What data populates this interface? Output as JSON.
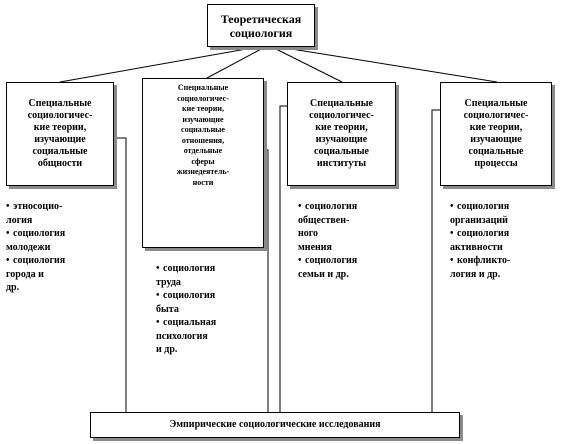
{
  "top_box": {
    "label": "Теоретическая\nсоциология"
  },
  "categories": [
    {
      "label": "Специальные\nсоциологичес-\nкие теории,\nизучающие\nсоциальные\nобщности"
    },
    {
      "label": "Специальные\nсоциологичес-\nкие теории,\nизучающие\nсоциальные\nотношения,\nотдельные\nсферы\nжизнедеятель-\nности"
    },
    {
      "label": "Специальные\nсоциологичес-\nкие теории,\nизучающие\nсоциальные\nинституты"
    },
    {
      "label": "Специальные\nсоциологичес-\nкие теории,\nизучающие\nсоциальные\nпроцессы"
    }
  ],
  "lists": [
    {
      "items": [
        "этносоцио-\nлогия",
        "социология\nмолодежи",
        "социология\nгорода и\n др."
      ]
    },
    {
      "items": [
        "социология\nтруда",
        "социология\nбыта",
        "социальная\nпсихология\n и др."
      ]
    },
    {
      "items": [
        "социология\nобществен-\nного\nмнения",
        "социология\nсемьи и др."
      ]
    },
    {
      "items": [
        "социология\nорганизаций",
        "социология\nактивности",
        "конфликто-\nлогия и др."
      ]
    }
  ],
  "bottom_box": {
    "label": "Эмпирические социологические исследования"
  },
  "bullet_glyph": "•",
  "line_color": "#000000",
  "shadow_color": "#8a8a8a"
}
